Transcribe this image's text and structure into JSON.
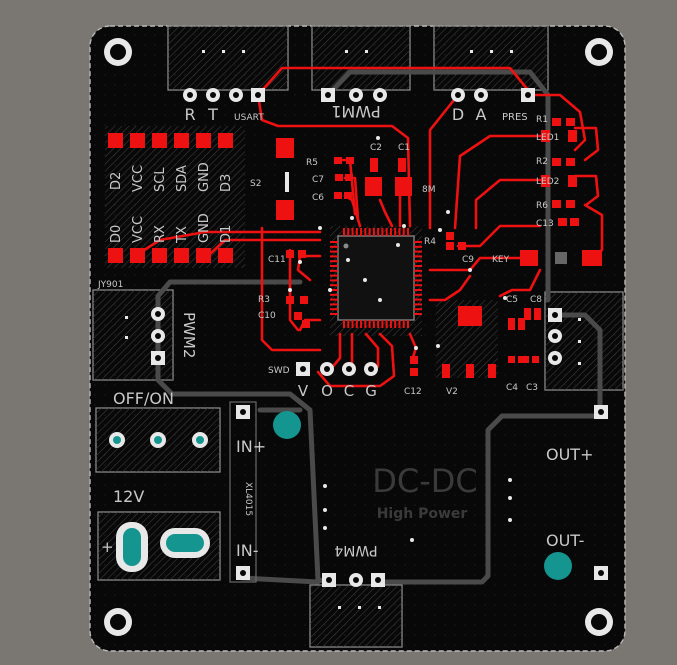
{
  "colors": {
    "background": "#7a7672",
    "board": "#080808",
    "trace_top": "#ee1111",
    "trace_bottom": "#4a4a4a",
    "silk": "#c8c8c8",
    "pad": "#e8e8e8",
    "outline": "#b8b8b8",
    "teal": "#15958f"
  },
  "board": {
    "usart_pins": [
      "R",
      "T"
    ],
    "usart_label": "USART",
    "pwm1_label": "PWM1",
    "da_pins": [
      "D",
      "A"
    ],
    "pres_label": "PRES",
    "jy901_label": "JY901",
    "header_top_labels": [
      "D2",
      "VCC",
      "SCL",
      "SDA",
      "GND",
      "D3"
    ],
    "header_bottom_labels": [
      "D0",
      "VCC",
      "RX",
      "TX",
      "GND",
      "D1"
    ],
    "left_parts": [
      "R5",
      "C7",
      "C6",
      "S2"
    ],
    "caps_top": [
      "C2",
      "C1"
    ],
    "crystal_label": "8M",
    "right_parts": [
      "R1",
      "LED1",
      "R2",
      "LED2",
      "R6",
      "C13"
    ],
    "key_label": "KEY",
    "mid_parts": [
      "C11",
      "R4",
      "C10",
      "R3",
      "C9"
    ],
    "reg_parts": [
      "C5",
      "C8",
      "V2",
      "C4",
      "C3"
    ],
    "swd_label": "SWD",
    "swd_pins": [
      "V",
      "O",
      "C",
      "G"
    ],
    "c12_label": "C12",
    "pwm2_label": "PWM2",
    "power_label": "OFF/ON",
    "voltage_label": "12V",
    "plus_sign": "+",
    "in_plus": "IN+",
    "in_minus": "IN-",
    "module_label": "XL4015",
    "dcdc_title": "DC-DC",
    "dcdc_subtitle": "High Power",
    "out_plus": "OUT+",
    "out_minus": "OUT-",
    "pwm4_label": "PWM4"
  }
}
